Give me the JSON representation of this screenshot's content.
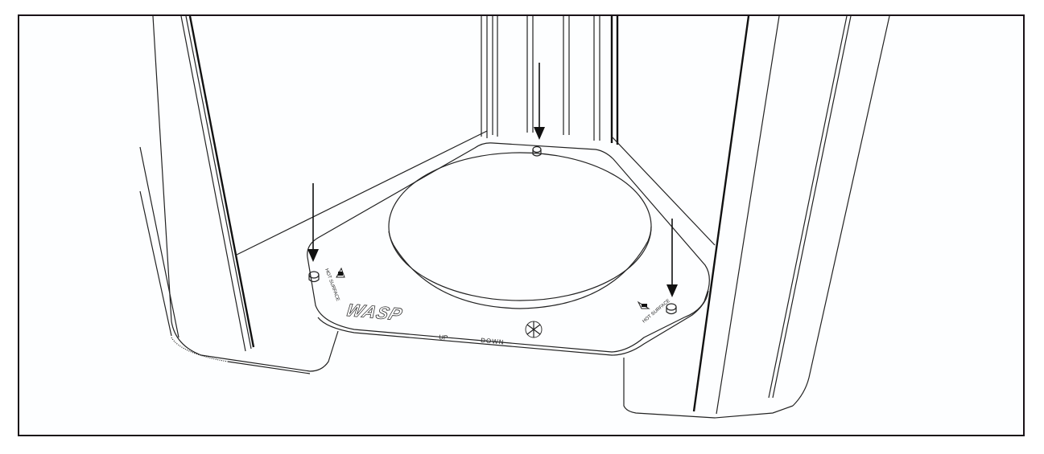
{
  "diagram": {
    "brand_logo": "WASP",
    "labels": {
      "hot_surface_left": "HOT SURFACE",
      "hot_surface_right": "HOT SURFACE",
      "up": "UP",
      "down": "DOWN"
    },
    "arrows": [
      "left-leveling-knob",
      "back-leveling-knob",
      "right-leveling-knob"
    ],
    "colors": {
      "line": "#222222",
      "frame": "#1a1218",
      "background": "#fdfeff"
    }
  }
}
